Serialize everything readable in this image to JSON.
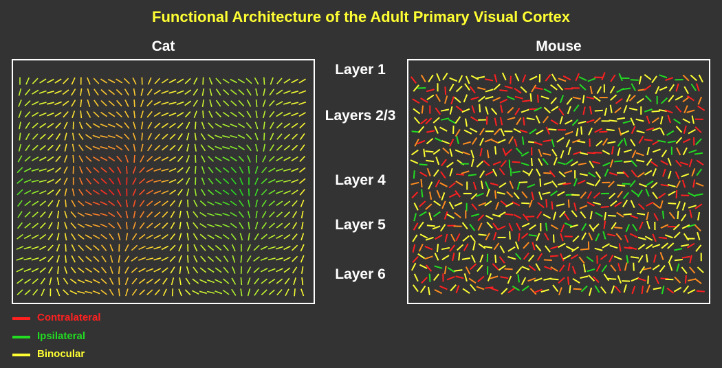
{
  "title": "Functional Architecture of the Adult Primary Visual Cortex",
  "panels": {
    "cat": {
      "label": "Cat"
    },
    "mouse": {
      "label": "Mouse"
    }
  },
  "layers": [
    "Layer 1",
    "Layers 2/3",
    "Layer 4",
    "Layer 5",
    "Layer 6"
  ],
  "legend": [
    {
      "label": "Contralateral",
      "color": "#ff2020"
    },
    {
      "label": "Ipsilateral",
      "color": "#22dd22"
    },
    {
      "label": "Binocular",
      "color": "#ffff33"
    }
  ]
}
